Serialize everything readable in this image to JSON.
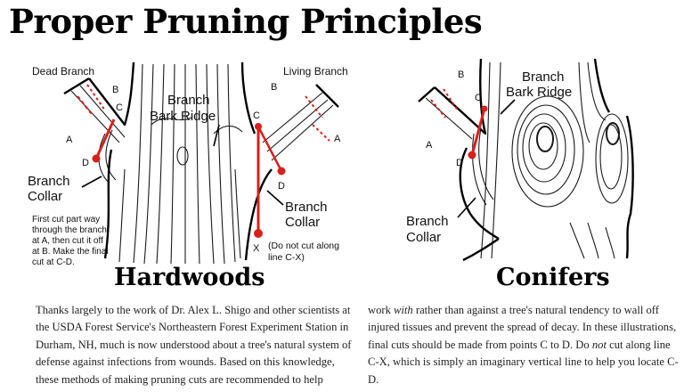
{
  "title": "Proper Pruning Principles",
  "hardwoods": {
    "heading": "Hardwoods",
    "dead_branch": "Dead Branch",
    "living_branch": "Living Branch",
    "branch_bark_ridge_1": "Branch",
    "branch_bark_ridge_2": "Bark Ridge",
    "branch_collar_1": "Branch",
    "branch_collar_2": "Collar",
    "pt_a": "A",
    "pt_b": "B",
    "pt_c": "C",
    "pt_d": "D",
    "pt_x": "X",
    "note_lines": [
      "First cut part way",
      "through the branch",
      "at A, then cut it off",
      "at B. Make the final",
      "cut at C-D."
    ],
    "caution_lines": [
      "(Do not cut along",
      "line C-X)"
    ]
  },
  "conifers": {
    "heading": "Conifers",
    "branch_bark_ridge_1": "Branch",
    "branch_bark_ridge_2": "Bark Ridge",
    "branch_collar_1": "Branch",
    "branch_collar_2": "Collar",
    "pt_a": "A",
    "pt_b": "B",
    "pt_c": "C",
    "pt_d": "D"
  },
  "body": {
    "left_p1": "Thanks largely to the work of Dr. Alex L. Shigo and other scientists at the USDA Forest Service's Northeastern Forest Experiment Station in Durham, NH, much is now understood about a tree's natural system of defense against infections from wounds. Based on this knowledge, these methods of making pruning cuts are recommended to help",
    "right_a": "work ",
    "right_em1": "with",
    "right_b": " rather than against a tree's natural tendency to wall off injured tissues and prevent the spread of decay. In these illustrations, final cuts should be made from points C to D. Do ",
    "right_em2": "not",
    "right_c": " cut along line C-X, which is simply an imaginary vertical line to help you locate C-D."
  },
  "colors": {
    "cut_line": "#d8201c",
    "ink": "#000000"
  }
}
